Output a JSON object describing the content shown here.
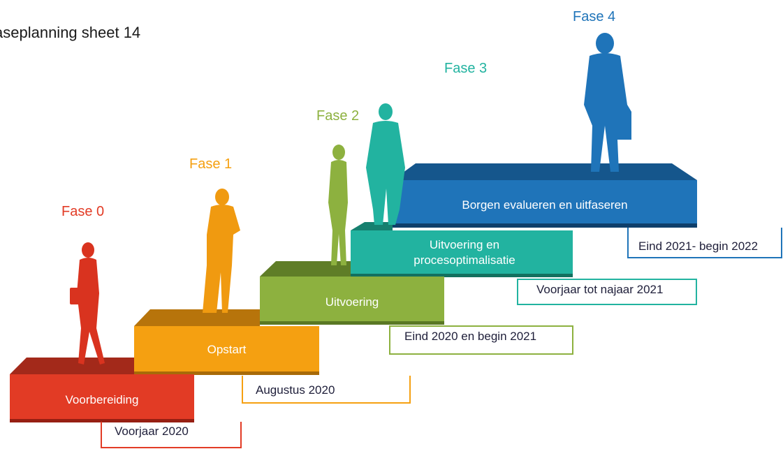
{
  "title": "aseplanning sheet 14",
  "colors": {
    "fase0": "#e23b25",
    "fase1": "#f5a011",
    "fase2": "#8db13f",
    "fase3": "#22b3a0",
    "fase4": "#1f74b9"
  },
  "phases": [
    {
      "fase": "Fase 0",
      "step": "Voorbereiding",
      "date": "Voorjaar 2020"
    },
    {
      "fase": "Fase 1",
      "step": "Opstart",
      "date": "Augustus 2020"
    },
    {
      "fase": "Fase 2",
      "step": "Uitvoering",
      "date": "Eind 2020 en begin 2021"
    },
    {
      "fase": "Fase 3",
      "step": "Uitvoering en procesoptimalisatie",
      "date": "Voorjaar tot najaar 2021"
    },
    {
      "fase": "Fase 4",
      "step": "Borgen evalueren en uitfaseren",
      "date": "Eind 2021- begin 2022"
    }
  ]
}
